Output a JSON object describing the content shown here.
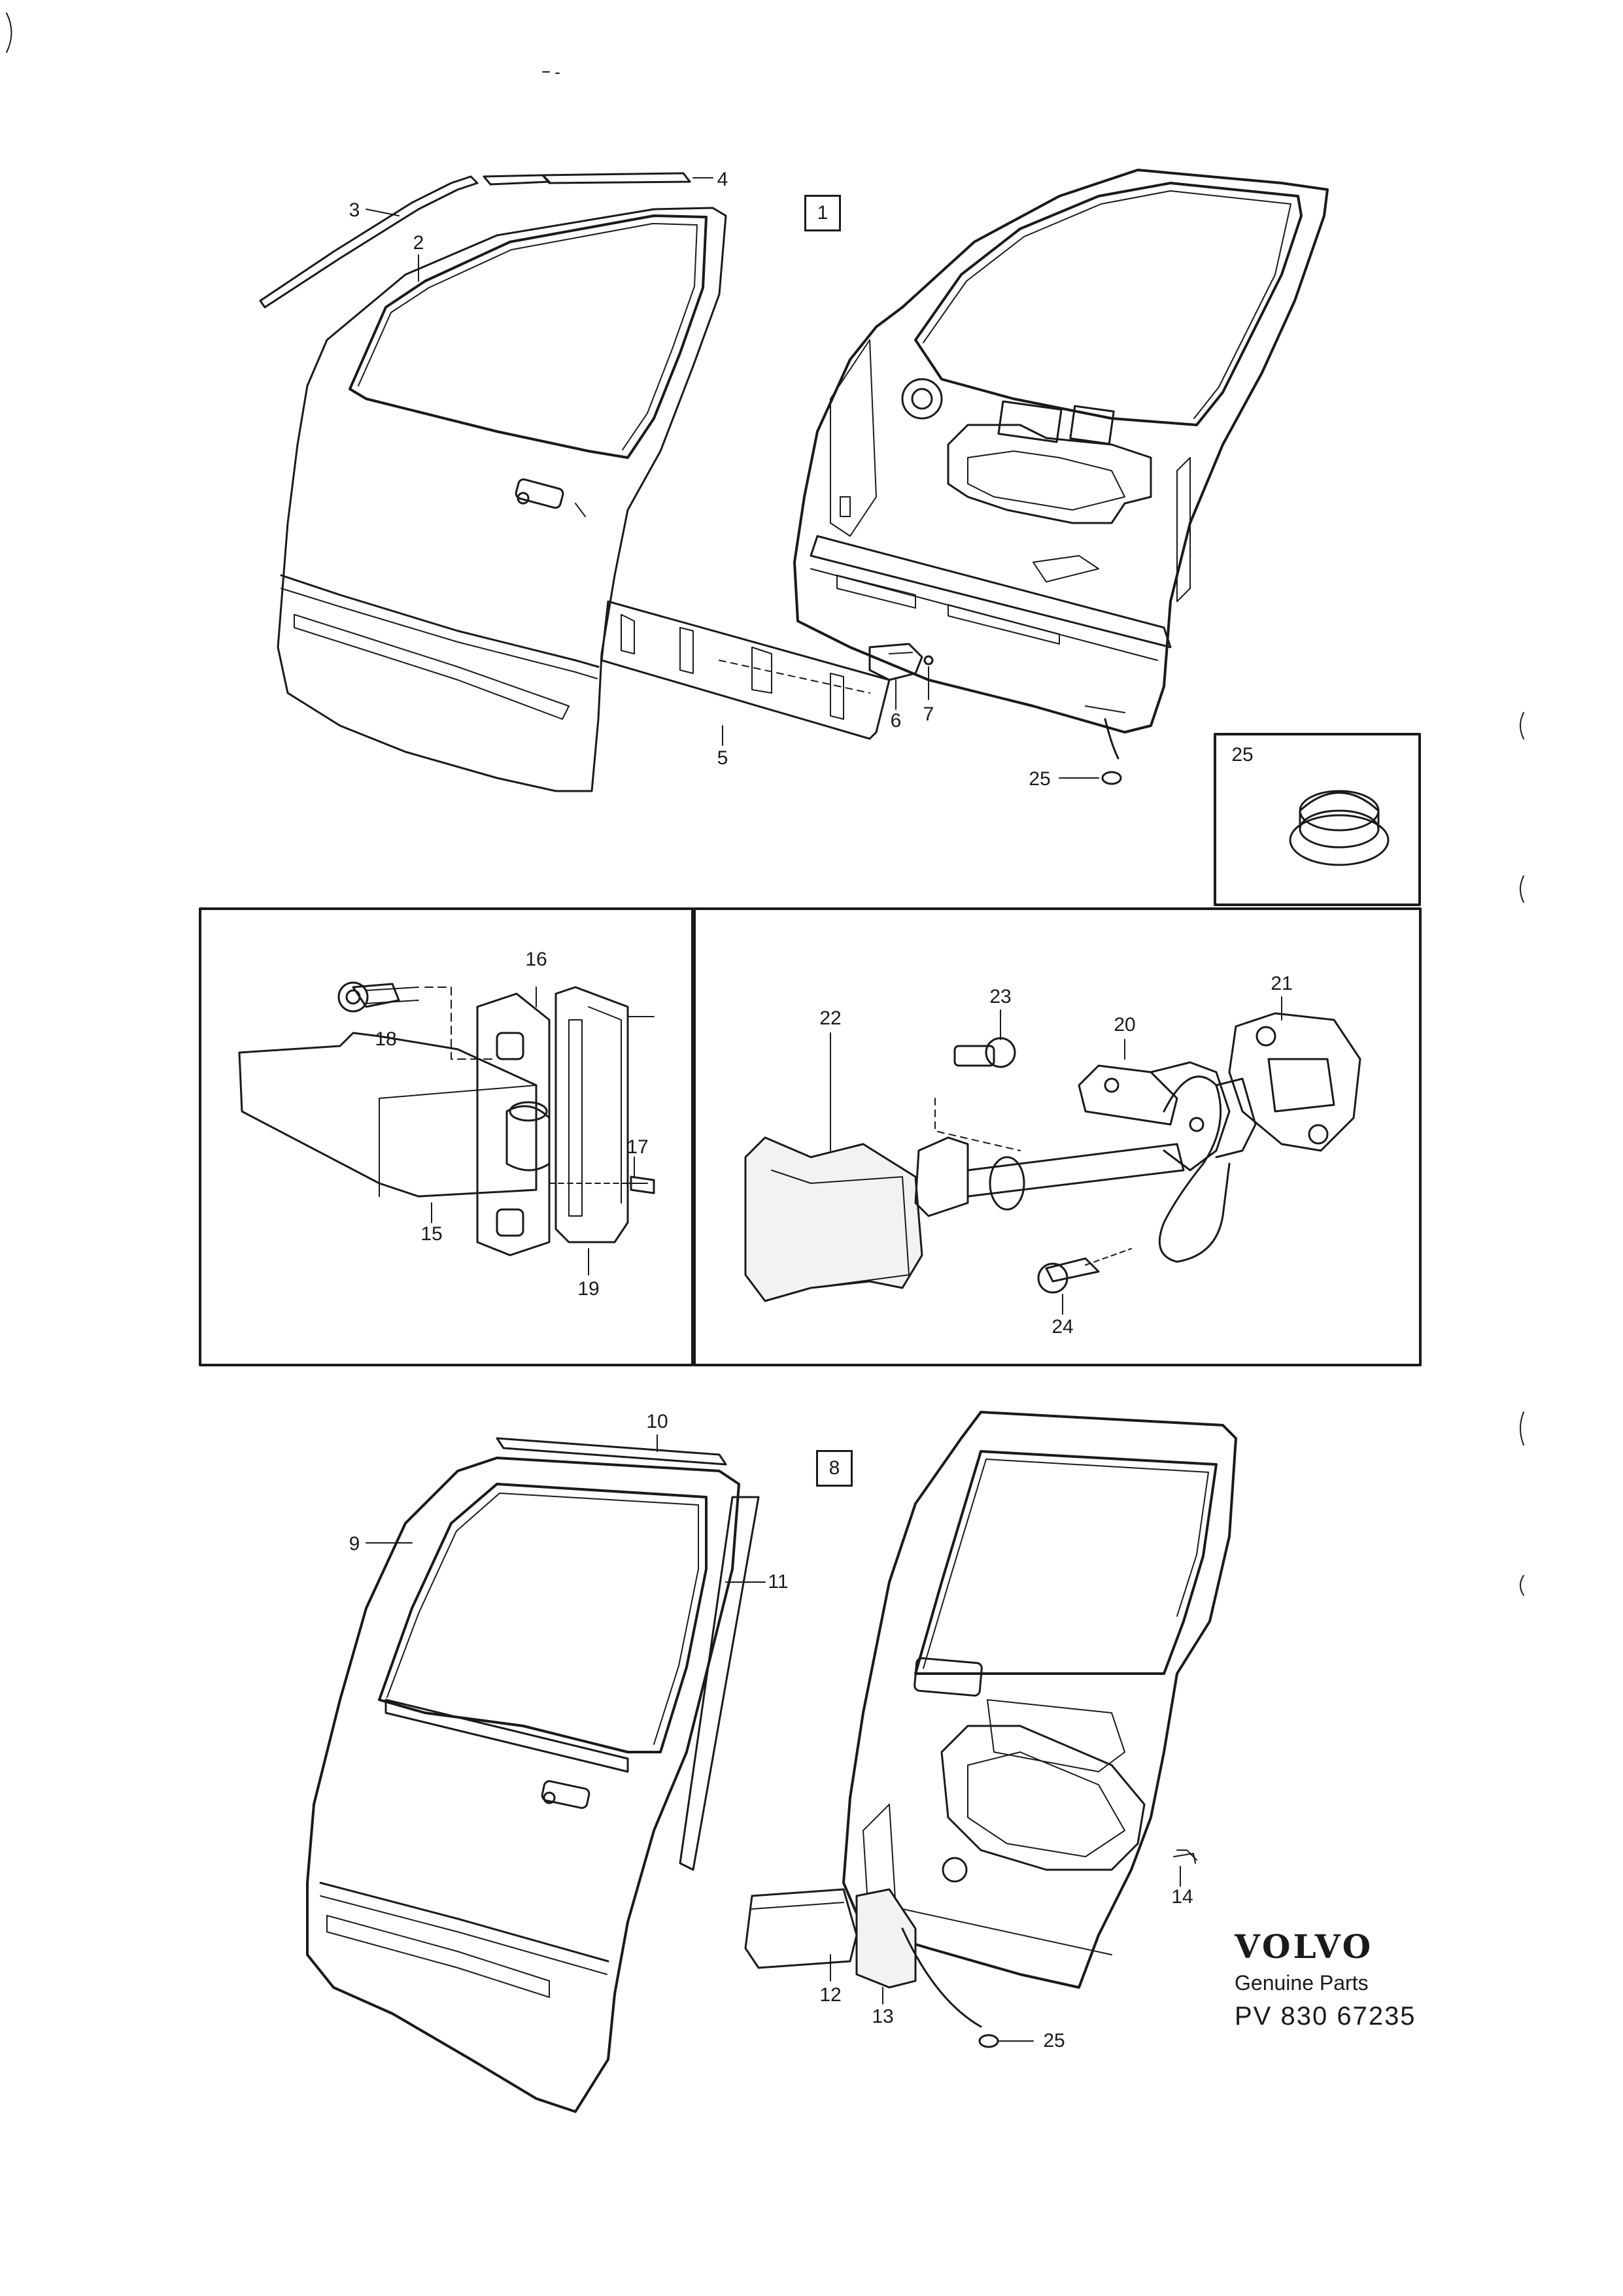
{
  "diagram": {
    "section_labels": {
      "front_door": "1",
      "rear_door": "8",
      "plug_inset": "25"
    },
    "callouts": {
      "c2": "2",
      "c3": "3",
      "c4": "4",
      "c5": "5",
      "c6": "6",
      "c7": "7",
      "c9": "9",
      "c10": "10",
      "c11": "11",
      "c12": "12",
      "c13": "13",
      "c14": "14",
      "c15": "15",
      "c16": "16",
      "c17": "17",
      "c18": "18",
      "c19": "19",
      "c20": "20",
      "c21": "21",
      "c22": "22",
      "c23": "23",
      "c24": "24",
      "c25a": "25",
      "c25b": "25"
    },
    "brand": {
      "logo": "VOLVO",
      "subtitle": "Genuine Parts",
      "part_number": "PV 830 67235"
    }
  }
}
